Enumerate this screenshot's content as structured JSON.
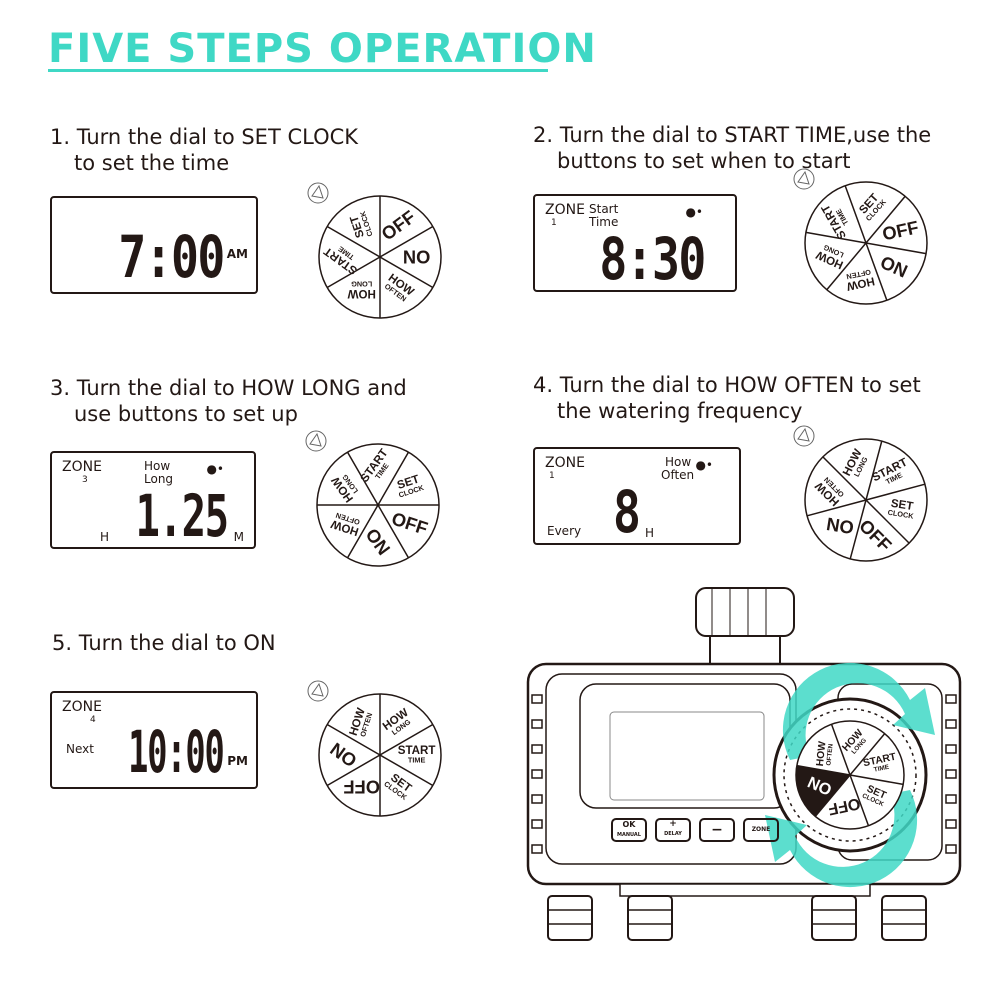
{
  "title": "FIVE STEPS OPERATION",
  "accent_color": "#3fd8c5",
  "steps": [
    {
      "line1": "1. Turn the dial to SET CLOCK",
      "line2": "to set the time",
      "display": {
        "digits": "7:00",
        "suffix": "AM"
      },
      "dial": [
        "OFF",
        "NO",
        "HOW|OFTEN",
        "HOW|LONG",
        "START|TIME",
        "SET|CLOCK"
      ]
    },
    {
      "line1": "2. Turn the dial to START TIME,use the",
      "line2": "buttons to set when to start",
      "display": {
        "zone": "ZONE",
        "zone_num": "1",
        "label1": "Start",
        "label2": "Time",
        "digits": "8:30"
      },
      "dial": [
        "SET|CLOCK",
        "OFF",
        "ON",
        "HOW|OFTEN",
        "HOW|LONG",
        "START|TIME"
      ]
    },
    {
      "line1": "3. Turn the dial to HOW LONG and",
      "line2": "use buttons to set up",
      "display": {
        "zone": "ZONE",
        "zone_num": "3",
        "label1": "How",
        "label2": "Long",
        "digits": "1.25",
        "prefix": "H",
        "suffix": "M"
      },
      "dial": [
        "START|TIME",
        "SET|CLOCK",
        "OFF",
        "ON",
        "HOW|OFTEN",
        "HOW|LONG"
      ]
    },
    {
      "line1": "4. Turn the dial to HOW OFTEN to set",
      "line2": "the watering frequency",
      "display": {
        "zone": "ZONE",
        "zone_num": "1",
        "label1": "How",
        "label2": "Often",
        "digits": "8",
        "prefix": "Every",
        "suffix": "H"
      },
      "dial": [
        "HOW|LONG",
        "START|TIME",
        "SET|CLOCK",
        "OFF",
        "ON",
        "HOW|OFTEN"
      ]
    },
    {
      "line1": "5. Turn the dial to ON",
      "line2": "",
      "display": {
        "zone": "ZONE",
        "zone_num": "4",
        "prefix": "Next",
        "digits": "10:00",
        "suffix": "PM"
      },
      "dial": [
        "HOW|OFTEN",
        "HOW|LONG",
        "START|TIME",
        "SET|CLOCK",
        "OFF",
        "ON"
      ]
    }
  ],
  "device": {
    "buttons": [
      "OK",
      "+",
      "−",
      "ZONE"
    ],
    "button_sublabels": [
      "MANUAL",
      "DELAY",
      "",
      ""
    ],
    "dial": [
      "HOW|OFTEN",
      "HOW|LONG",
      "START|TIME",
      "SET|CLOCK",
      "OFF",
      "ON"
    ]
  }
}
